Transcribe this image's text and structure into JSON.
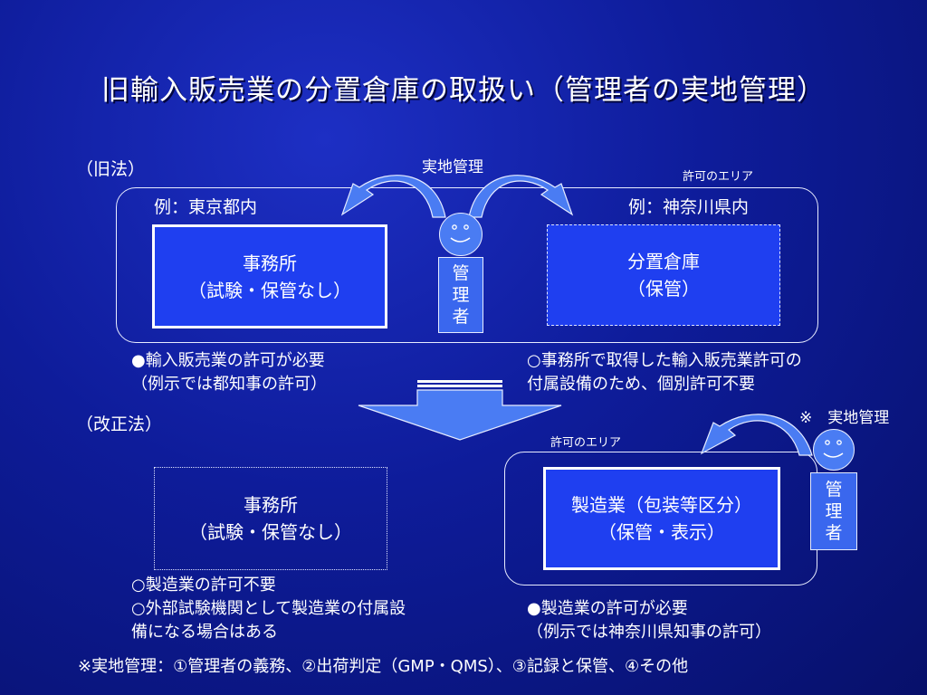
{
  "title": "旧輸入販売業の分置倉庫の取扱い（管理者の実地管理）",
  "old_law": {
    "label": "（旧法）",
    "onsite_label": "実地管理",
    "area_label": "許可のエリア",
    "left_example": "例：東京都内",
    "right_example": "例：神奈川県内",
    "office_line1": "事務所",
    "office_line2": "（試験・保管なし）",
    "warehouse_line1": "分置倉庫",
    "warehouse_line2": "（保管）",
    "manager_chars": [
      "管",
      "理",
      "者"
    ],
    "note_left_line1": "●輸入販売業の許可が必要",
    "note_left_line2": "（例示では都知事の許可）",
    "note_right_line1": "○事務所で取得した輸入販売業許可の",
    "note_right_line2": "付属設備のため、個別許可不要"
  },
  "new_law": {
    "label": "（改正法）",
    "onsite_label": "※　実地管理",
    "area_label": "許可のエリア",
    "office_line1": "事務所",
    "office_line2": "（試験・保管なし）",
    "mfg_line1": "製造業（包装等区分）",
    "mfg_line2": "（保管・表示）",
    "manager_chars": [
      "管",
      "理",
      "者"
    ],
    "note_left_line1": "○製造業の許可不要",
    "note_left_line2": "○外部試験機関として製造業の付属設",
    "note_left_line3": "備になる場合はある",
    "note_right_line1": "●製造業の許可が必要",
    "note_right_line2": "（例示では神奈川県知事の許可）"
  },
  "footnote": "※実地管理：①管理者の義務、②出荷判定（GMP・QMS）、③記録と保管、④その他",
  "colors": {
    "background": "#0e1c9a",
    "box_fill": "#1f3ff0",
    "manager_fill": "#3a67ee",
    "arrow_fill": "#4a7cf3"
  }
}
